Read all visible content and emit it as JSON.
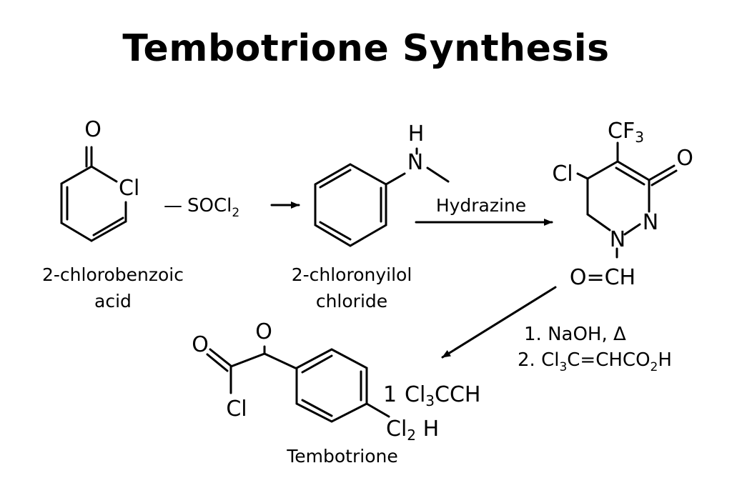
{
  "title": "Tembotrione Synthesis",
  "compounds": {
    "chlorobenzoic": {
      "atoms": {
        "o": "O",
        "cl": "Cl"
      },
      "label_line1": "2-chlorobenzoic",
      "label_line2": "acid"
    },
    "chloronyilol": {
      "atoms": {
        "h": "H",
        "n": "N"
      },
      "label_line1": "2-chloronyilol",
      "label_line2": "chloride"
    },
    "pyridazinone": {
      "atoms": {
        "cf3": "CF",
        "cf3_sub": "3",
        "o": "O",
        "cl": "Cl",
        "n1": "N",
        "n2": "N",
        "och": "O=CH"
      }
    },
    "tembotrione": {
      "atoms": {
        "o1": "O",
        "o2": "O",
        "cl": "Cl",
        "cl3cch": "Cl",
        "cl3cch_sub": "3",
        "cl3cch_rest": "CCH",
        "cl2h": "Cl",
        "cl2h_sub": "2",
        "cl2h_rest": " H",
        "mark": "1"
      },
      "label": "Tembotrione"
    }
  },
  "reagents": {
    "socl2": {
      "dash": "—",
      "main": "SOCl",
      "sub": "2"
    },
    "hydrazine": "Hydrazine",
    "step1": "1. NaOH, Δ",
    "step2": {
      "main": "2. Cl",
      "sub1": "3",
      "mid": "C=CHCO",
      "sub2": "2",
      "end": "H"
    }
  }
}
